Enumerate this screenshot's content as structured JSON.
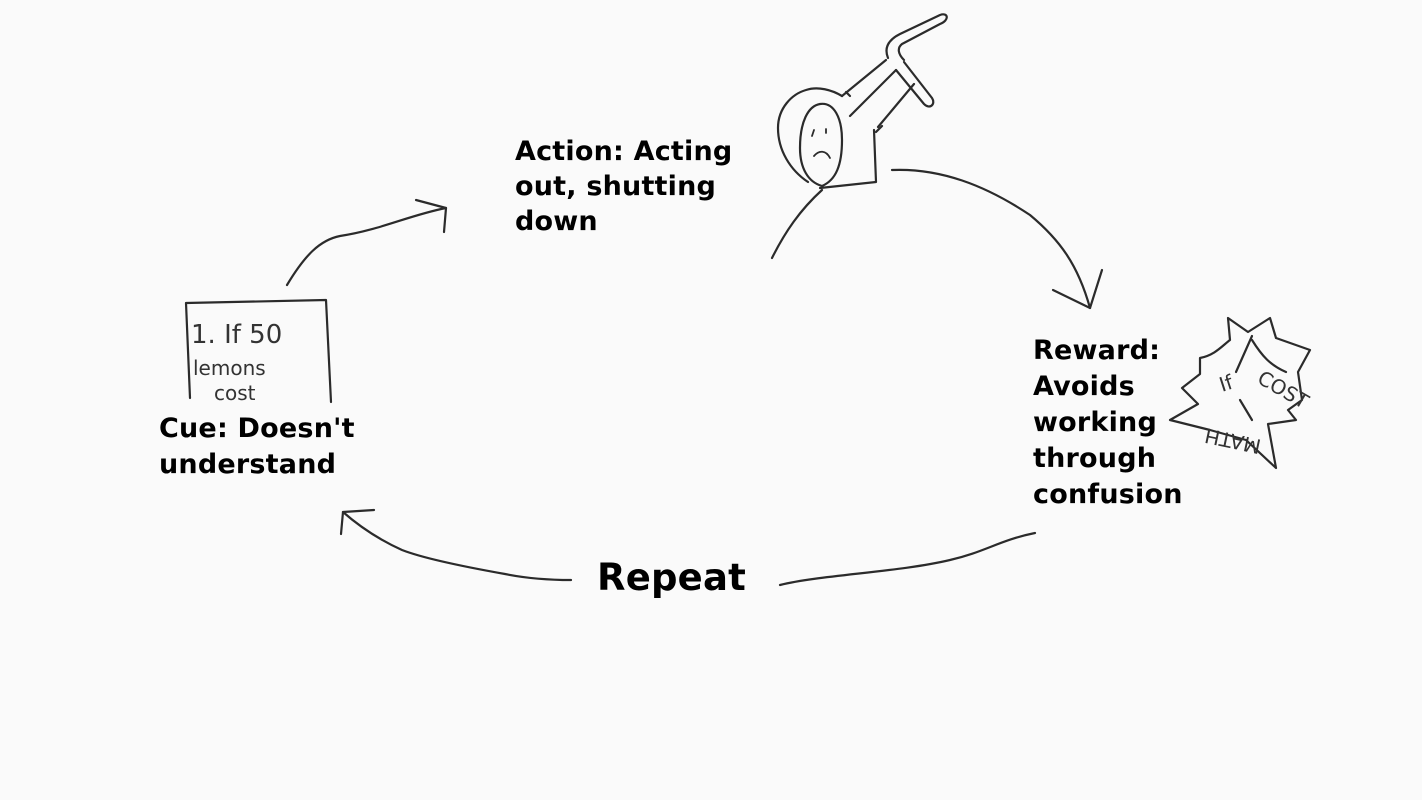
{
  "diagram": {
    "labels": {
      "action": "Action: Acting\nout, shutting\ndown",
      "reward": "Reward:\nAvoids\nworking\nthrough\nconfusion",
      "cue": "Cue: Doesn't\nunderstand",
      "repeat": "Repeat"
    },
    "worksheet_text": {
      "line1": "1. If 50",
      "line2": "lemons",
      "line3": "cost"
    },
    "crumpled_paper_text": {
      "text1": "If",
      "text2": "COST",
      "text3": "MATH"
    },
    "colors": {
      "background": "#fafafa",
      "stroke": "#2b2b2b",
      "text": "#000000"
    },
    "icons": [
      "worksheet-icon",
      "student-figure-icon",
      "crumpled-paper-icon",
      "arrow-icon"
    ]
  }
}
